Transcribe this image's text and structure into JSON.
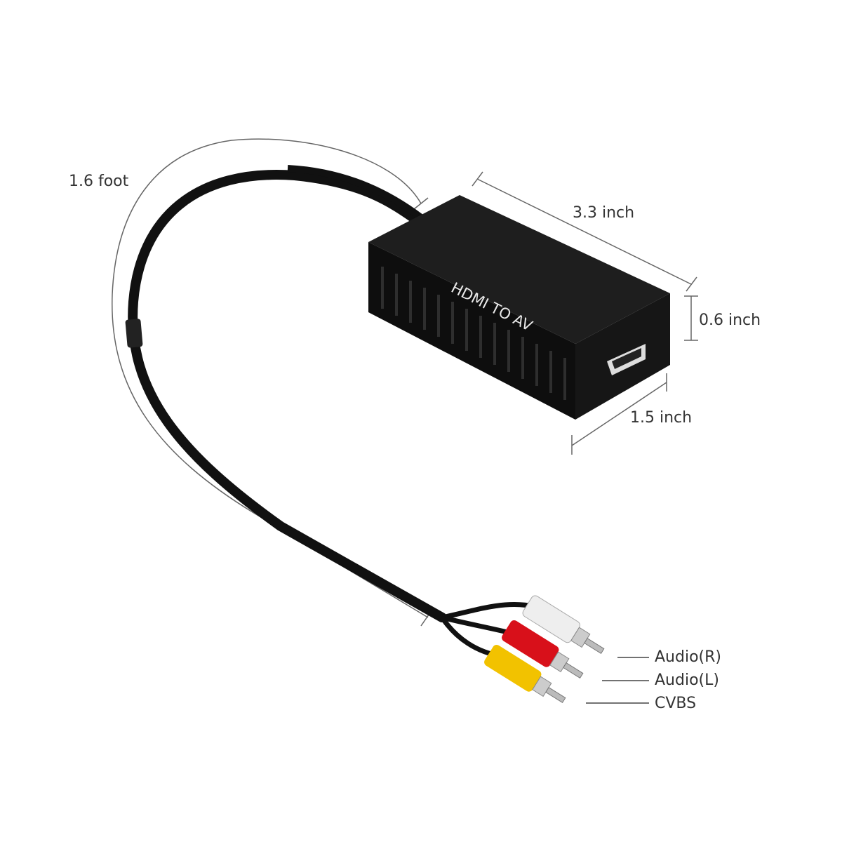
{
  "product": {
    "device_label": "HDMI TO AV"
  },
  "dimensions": {
    "cable_length": "1.6 foot",
    "length": "3.3 inch",
    "height": "0.6 inch",
    "width": "1.5 inch"
  },
  "connectors": [
    {
      "label": "Audio(R)",
      "color": "#f2f2f2"
    },
    {
      "label": "Audio(L)",
      "color": "#d8101a"
    },
    {
      "label": "CVBS",
      "color": "#f2c200"
    }
  ],
  "colors": {
    "body": "#141414",
    "cable": "#111111",
    "dimension_line": "#555555"
  }
}
